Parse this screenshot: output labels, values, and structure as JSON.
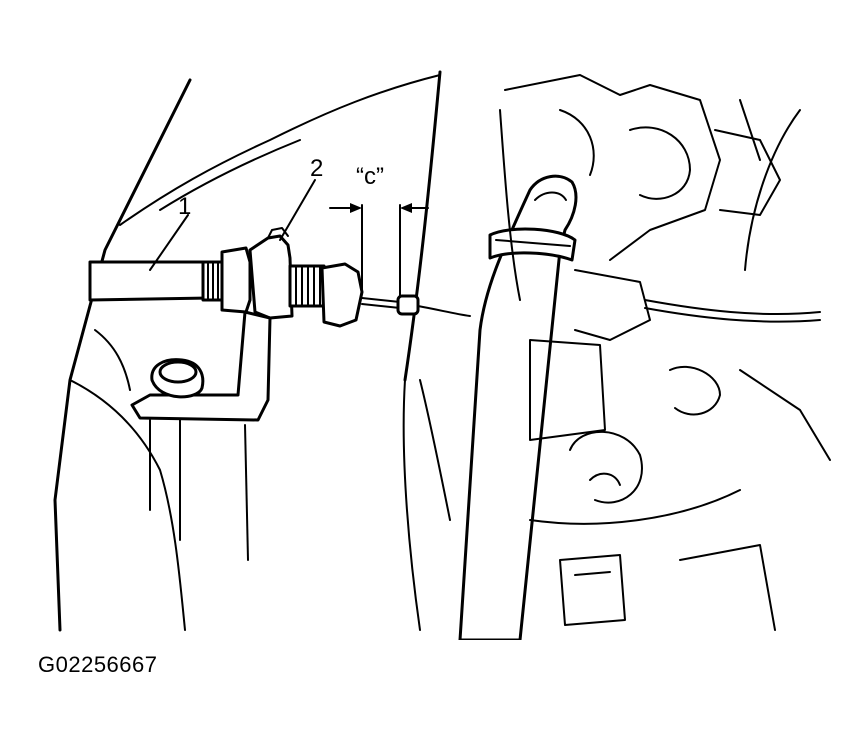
{
  "figure": {
    "callouts": {
      "one": "1",
      "two": "2",
      "dimension": "“c”"
    },
    "code": "G02256667"
  }
}
